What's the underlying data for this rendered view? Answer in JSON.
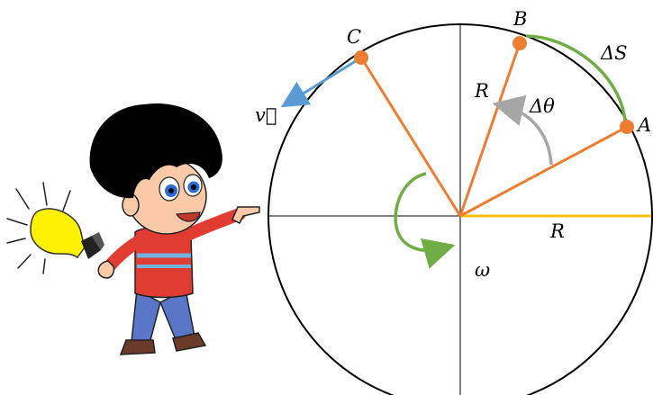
{
  "labels": {
    "point_a": "A",
    "point_b": "B",
    "point_c": "C",
    "delta_s": "ΔS",
    "delta_theta": "Δθ",
    "radius_upper": "R",
    "radius_lower": "R",
    "velocity": "v⃗",
    "omega": "ω"
  },
  "colors": {
    "radius_line": "#ed7d31",
    "point_fill": "#ed7d31",
    "arc_green": "#70ad47",
    "angle_arrow": "#a6a6a6",
    "velocity_arrow": "#5b9bd5",
    "reference_radius": "#ffc000"
  },
  "icons": {
    "character": "cartoon-boy-pointing-icon",
    "lightbulb": "glowing-lightbulb-icon"
  }
}
